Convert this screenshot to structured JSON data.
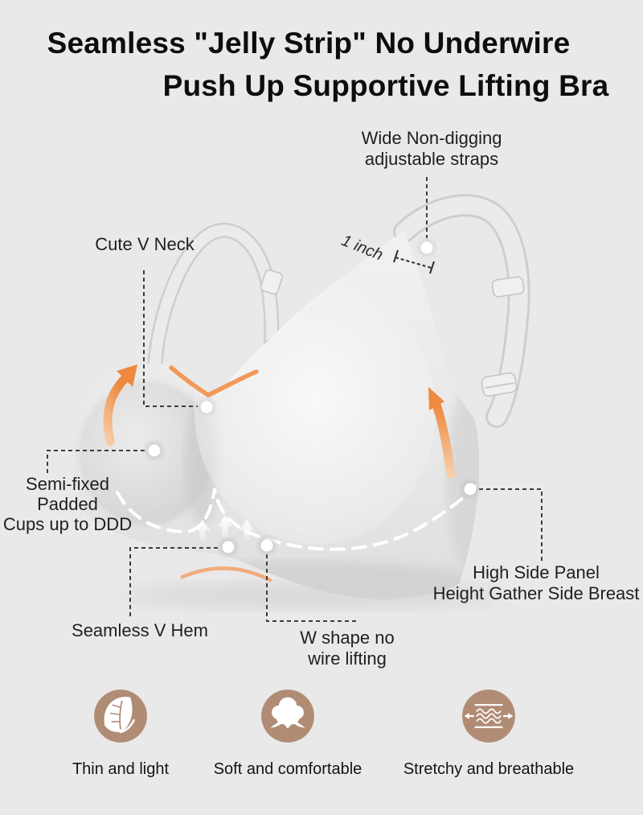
{
  "title": {
    "line1": "Seamless \"Jelly Strip\" No Underwire",
    "line2": "Push Up Supportive Lifting Bra"
  },
  "callouts": {
    "straps_line1": "Wide Non-digging",
    "straps_line2": "adjustable straps",
    "strap_width_label": "1 inch",
    "v_neck": "Cute V Neck",
    "cups_line1": "Semi-fixed",
    "cups_line2": "Padded",
    "cups_line3": "Cups up to DDD",
    "hem": "Seamless V Hem",
    "w_shape_line1": "W shape no",
    "w_shape_line2": "wire lifting",
    "side_panel_line1": "High Side Panel",
    "side_panel_line2": "Height Gather Side Breast"
  },
  "features": [
    {
      "icon": "leaf-icon",
      "label": "Thin and light"
    },
    {
      "icon": "cotton-icon",
      "label": "Soft and comfortable"
    },
    {
      "icon": "stretch-arrows-icon",
      "label": "Stretchy and breathable"
    }
  ],
  "colors": {
    "background": "#e9e9e9",
    "accent_orange": "#EE8A3F",
    "feature_icon_brown": "#B18C75",
    "callout_line": "#3c3c3c",
    "text": "#1c1c1c"
  }
}
